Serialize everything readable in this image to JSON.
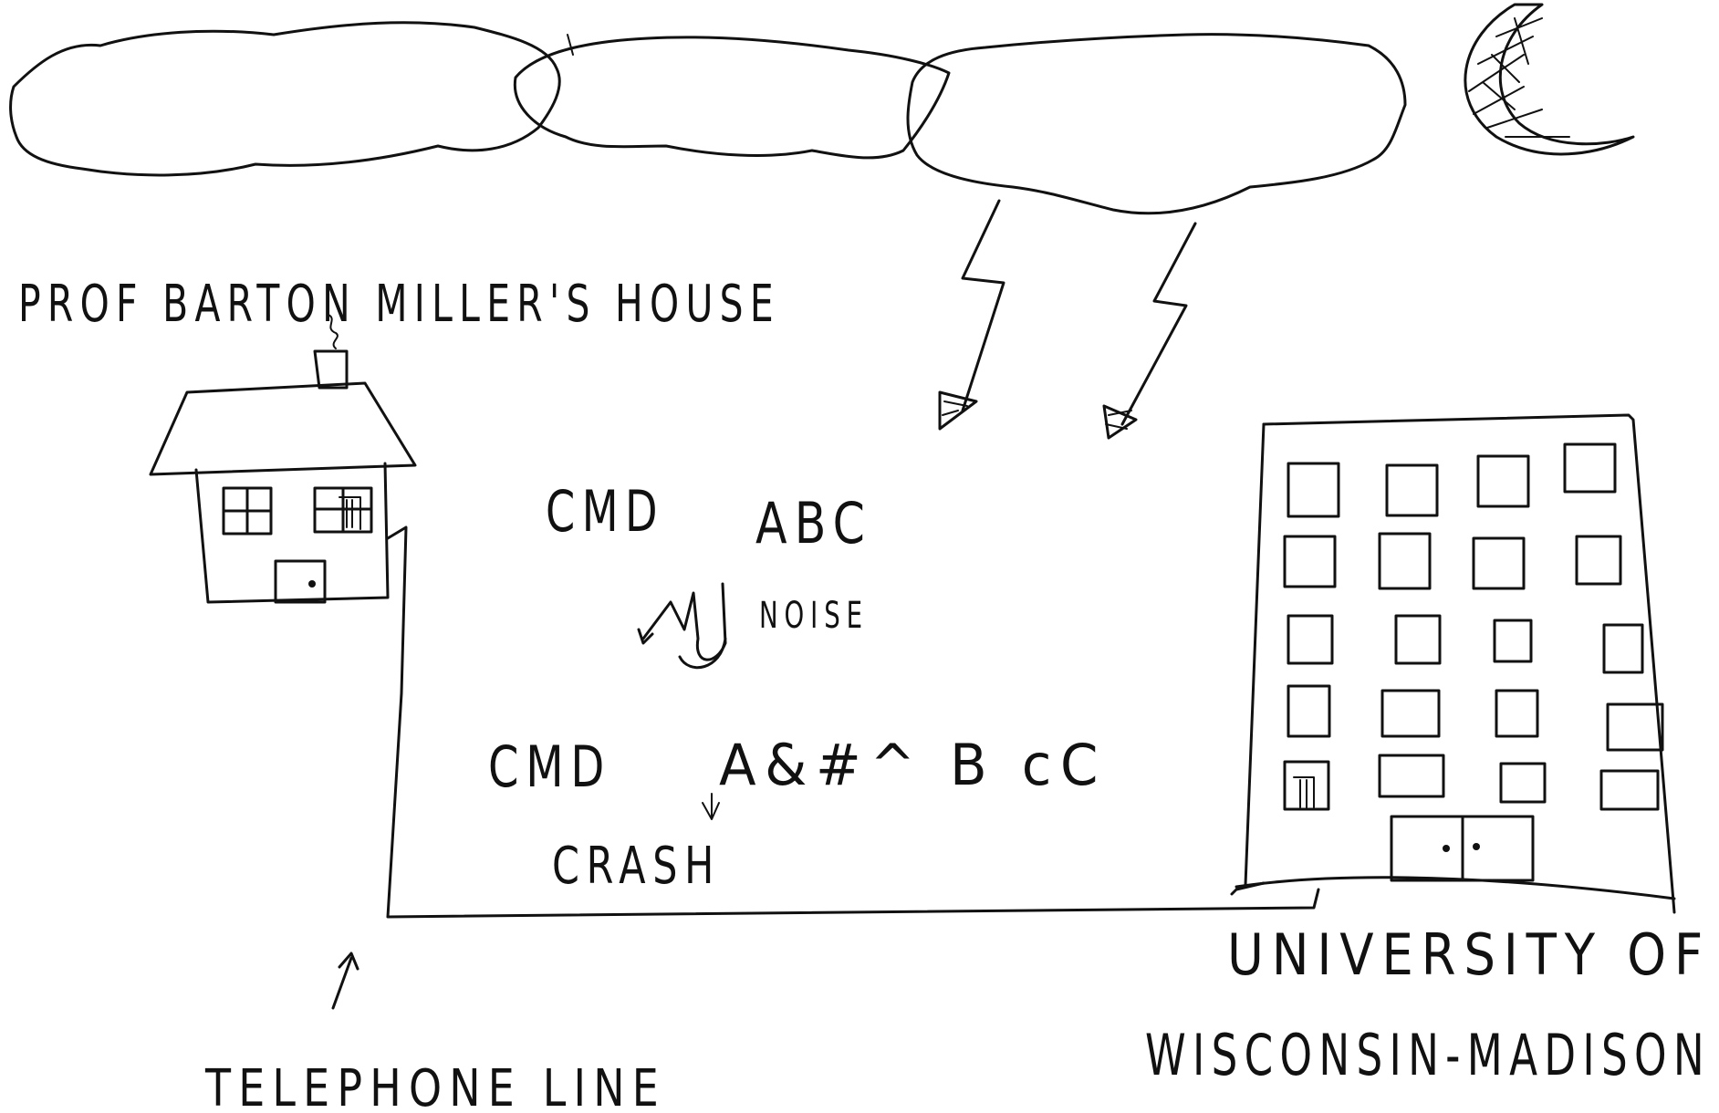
{
  "labels": {
    "house": "PROF BARTON MILLER'S HOUSE",
    "message_original_cmd": "CMD",
    "message_original_arg": "ABC",
    "noise": "NOISE",
    "message_corrupted_cmd": "CMD",
    "message_corrupted_arg": "A&#^ B cC",
    "crash": "CRASH",
    "telephone_line": "TELEPHONE LINE",
    "university_line1": "UNIVERSITY OF",
    "university_line2": "WISCONSIN-MADISON"
  },
  "colors": {
    "ink": "#111111",
    "background": "#ffffff"
  },
  "icons": [
    "cloud-icon",
    "moon-icon",
    "lightning-icon",
    "house-icon",
    "building-icon",
    "arrow-icon"
  ]
}
